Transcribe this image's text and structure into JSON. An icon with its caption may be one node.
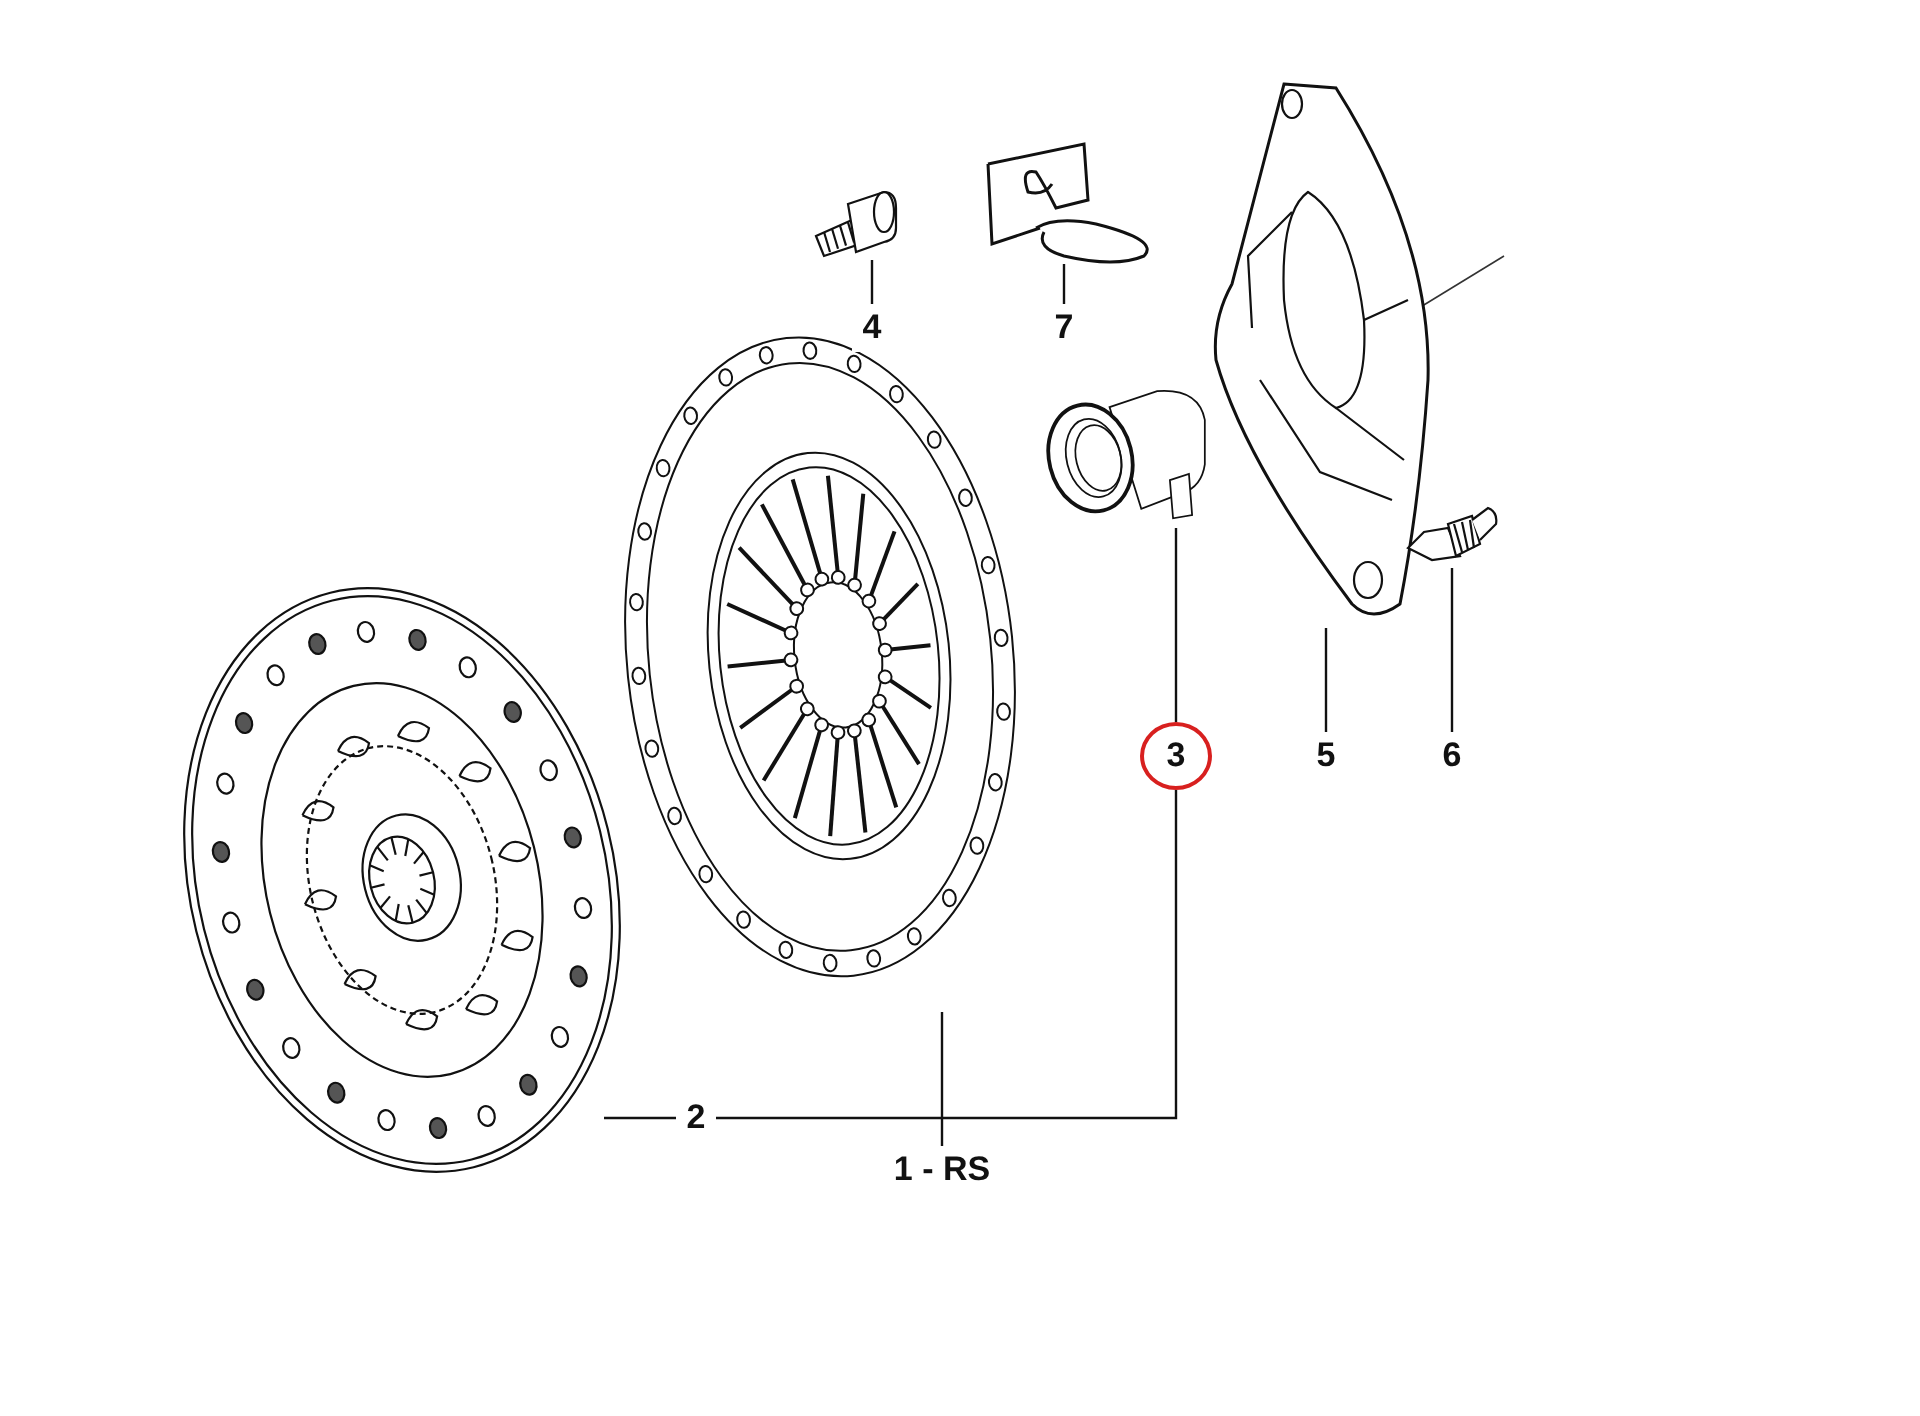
{
  "diagram": {
    "nodes": [
      {
        "text": [],
        "shape": "picture"
      },
      {
        "text": [],
        "shape": "picture"
      },
      {
        "text": [],
        "shape": "picture"
      },
      {
        "text": [],
        "shape": "picture"
      },
      {
        "text": [],
        "shape": "picture"
      },
      {
        "text": [],
        "shape": "picture"
      },
      {
        "text": [],
        "shape": "picture"
      },
      {
        "text": [
          "4"
        ]
      },
      {
        "text": [
          "7"
        ]
      },
      {
        "text": [
          "3"
        ]
      },
      {
        "text": [
          "5"
        ]
      },
      {
        "text": [
          "6"
        ]
      },
      {
        "text": [
          "2"
        ]
      },
      {
        "text": [
          "1 - RS"
        ]
      }
    ],
    "edges": [
      {
        "from": 7,
        "to": 2,
        "arrow": "none"
      },
      {
        "from": 8,
        "to": 3,
        "arrow": "none"
      },
      {
        "from": 9,
        "to": 4,
        "arrow": "none"
      },
      {
        "from": 10,
        "to": 5,
        "arrow": "none"
      },
      {
        "from": 11,
        "to": 6,
        "arrow": "none"
      },
      {
        "from": 12,
        "to": 0,
        "arrow": "none"
      },
      {
        "from": 12,
        "to": 9,
        "arrow": "none"
      },
      {
        "from": 13,
        "to": 1,
        "arrow": "none"
      }
    ]
  }
}
